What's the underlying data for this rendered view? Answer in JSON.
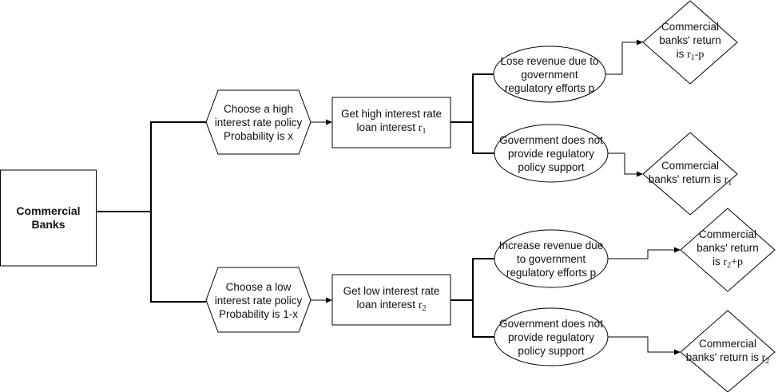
{
  "nodes": {
    "bank": {
      "line1": "Commercial",
      "line2": "Banks"
    },
    "high_policy": {
      "line1": "Choose a high",
      "line2": "interest rate policy",
      "line3": "Probability is x"
    },
    "low_policy": {
      "line1": "Choose a low",
      "line2": "interest rate policy",
      "line3": "Probability is 1-x"
    },
    "high_loan": {
      "line1": "Get high interest rate",
      "line2_text": "loan interest ",
      "var": "r",
      "sub": "1"
    },
    "low_loan": {
      "line1": "Get low interest rate",
      "line2_text": "loan interest ",
      "var": "r",
      "sub": "2"
    },
    "lose_revenue": {
      "line1": "Lose revenue due to",
      "line2": "government",
      "line3": "regulatory efforts p"
    },
    "no_support_high": {
      "line1": "Government does not",
      "line2": "provide regulatory",
      "line3": "policy support"
    },
    "increase_revenue": {
      "line1": "Increase revenue due",
      "line2": "to government",
      "line3": "regulatory efforts p"
    },
    "no_support_low": {
      "line1": "Government does not",
      "line2": "provide regulatory",
      "line3": "policy support"
    },
    "return_r1_minus_p": {
      "line1": "Commercial",
      "line2": "banks' return",
      "line3_text": "is ",
      "var": "r",
      "sub": "1",
      "suffix": "-p"
    },
    "return_r1": {
      "line1": "Commercial",
      "line2_text": "banks' return is ",
      "var": "r",
      "sub": "1"
    },
    "return_r2_plus_p": {
      "line1": "Commercial",
      "line2": "banks' return",
      "line3_text": "is ",
      "var": "r",
      "sub": "2",
      "suffix": "+p"
    },
    "return_r2": {
      "line1": "Commercial",
      "line2_text": "banks' return is ",
      "var": "r",
      "sub": "2"
    }
  }
}
